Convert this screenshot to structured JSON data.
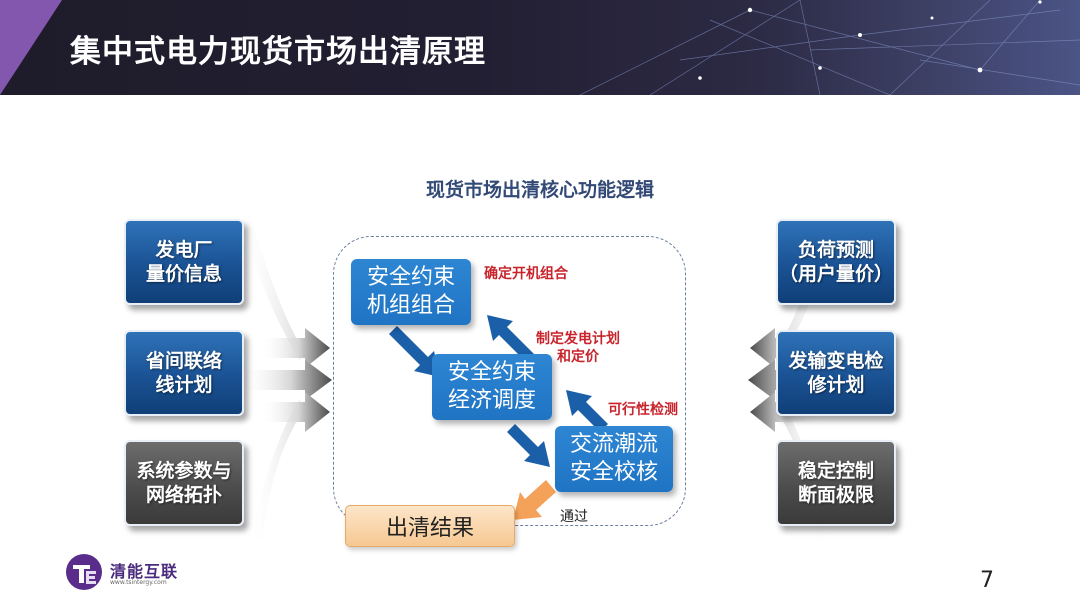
{
  "slide": {
    "title": "集中式电力现货市场出清原理",
    "page_number": "7"
  },
  "diagram": {
    "title": "现货市场出清核心功能逻辑",
    "left_inputs": [
      "发电厂\n量价信息",
      "省间联络\n线计划",
      "系统参数与\n网络拓扑"
    ],
    "right_inputs": [
      "负荷预测\n（用户量价）",
      "发输变电检\n修计划",
      "稳定控制\n断面极限"
    ],
    "process": {
      "scuc": "安全约束\n机组组合",
      "sced": "安全约束\n经济调度",
      "ac_check": "交流潮流\n安全校核"
    },
    "labels": {
      "unit_commitment": "确定开机组合",
      "dispatch_pricing": "制定发电计划\n和定价",
      "feasibility": "可行性检测",
      "pass": "通过"
    },
    "result": "出清结果"
  },
  "logo": {
    "name": "清能互联",
    "url": "www.tsintergy.com"
  },
  "colors": {
    "blue_box": "#1a5294",
    "gray_box": "#4d4d4d",
    "inner_blue": "#1f74c3",
    "red_label": "#c8242c",
    "result_box": "#f6c892",
    "header_bg": "#231f33",
    "accent_purple": "#8a5bb5"
  }
}
